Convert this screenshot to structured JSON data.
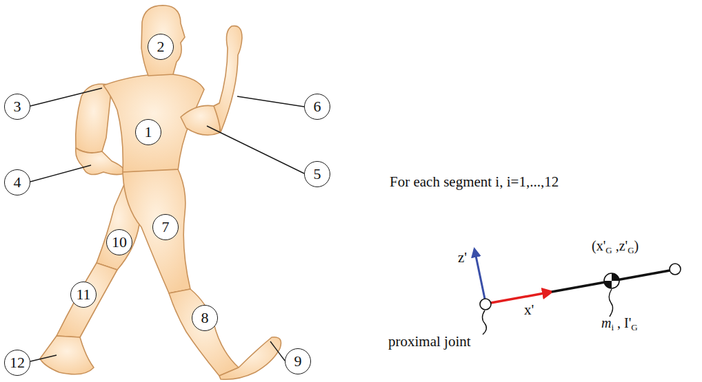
{
  "diagram": {
    "nodes": [
      {
        "text": [
          "2"
        ]
      },
      {
        "text": [
          "3"
        ]
      },
      {
        "text": [
          "6"
        ]
      },
      {
        "text": [
          "1"
        ]
      },
      {
        "text": [
          "5"
        ]
      },
      {
        "text": [
          "4"
        ]
      },
      {
        "text": [
          "7"
        ]
      },
      {
        "text": [
          "10"
        ]
      },
      {
        "text": [
          "11"
        ]
      },
      {
        "text": [
          "8"
        ]
      },
      {
        "text": [
          "12"
        ]
      },
      {
        "text": [
          "9"
        ]
      }
    ],
    "labels": [
      "For each segment i, i=1,...,12",
      "z'",
      "x'",
      "(x'",
      "G",
      " ,z'",
      "G",
      ")",
      "m",
      "i",
      " , I'",
      "G",
      "proximal joint"
    ]
  }
}
